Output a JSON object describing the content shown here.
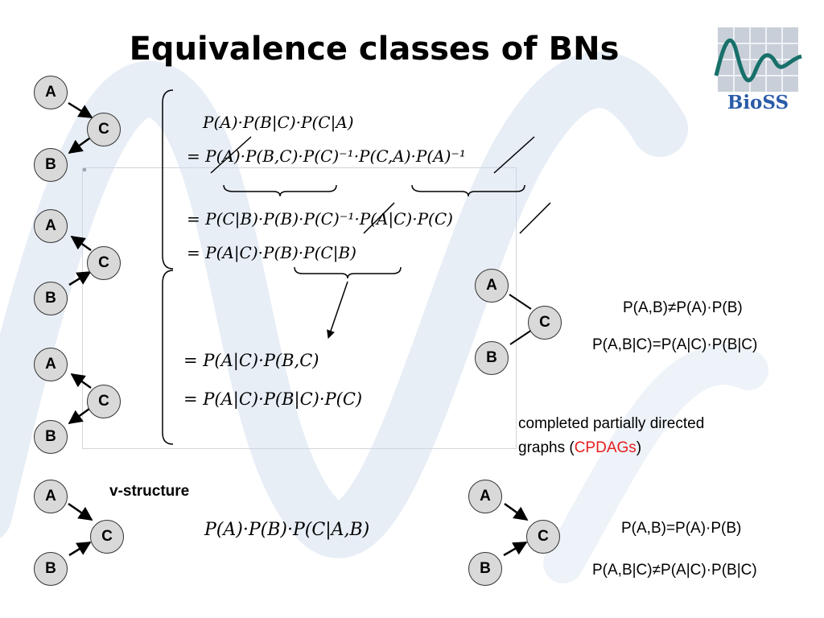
{
  "slide": {
    "title": "Equivalence classes of BNs",
    "logo_text": "BioSS"
  },
  "nodes": {
    "a": "A",
    "b": "B",
    "c": "C"
  },
  "equations": {
    "eq1": "P(A)·P(B|C)·P(C|A)",
    "eq2": "= P(A)·P(B,C)·P(C)⁻¹·P(C,A)·P(A)⁻¹",
    "eq3": "= P(C|B)·P(B)·P(C)⁻¹·P(A|C)·P(C)",
    "eq4": "= P(A|C)·P(B)·P(C|B)",
    "eq5": "= P(A|C)·P(B,C)",
    "eq6": "= P(A|C)·P(B|C)·P(C)",
    "eq7": "P(A)·P(B)·P(C|A,B)"
  },
  "labels": {
    "chain_indep_1": "P(A,B)≠P(A)·P(B)",
    "chain_indep_2": "P(A,B|C)=P(A|C)·P(B|C)",
    "cpdag_line1": "completed partially directed",
    "cpdag_line2_pre": "graphs (",
    "cpdag_highlight": "CPDAGs",
    "cpdag_line2_post": ")",
    "vstructure": "v-structure",
    "v_indep_1": "P(A,B)=P(A)·P(B)",
    "v_indep_2": "P(A,B|C)≠P(A|C)·P(B|C)"
  },
  "colors": {
    "node_fill": "#d9d9d9",
    "watermark": "#e7eef6",
    "highlight": "#e41e1e",
    "logo_blue": "#2a5ba8"
  }
}
